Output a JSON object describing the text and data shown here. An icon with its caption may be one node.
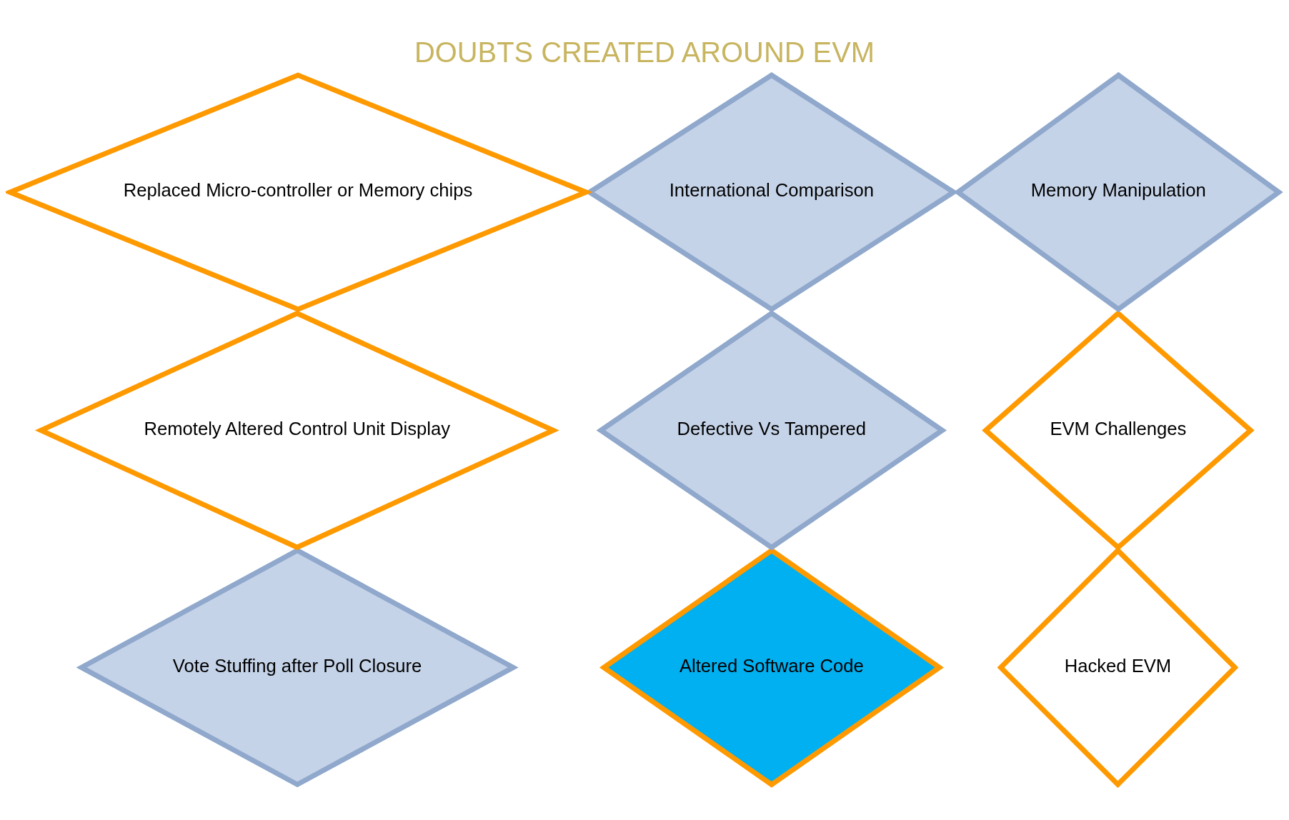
{
  "diagram": {
    "title": "DOUBTS CREATED AROUND EVM",
    "nodes": [
      {
        "text": [
          "Hacked EVM"
        ]
      },
      {
        "text": [
          "Vote Stuffing after Poll Closure"
        ]
      },
      {
        "text": [
          "Remotely Altered Control Unit Display"
        ]
      },
      {
        "text": [
          "International Comparison"
        ]
      },
      {
        "text": [
          "Altered Software Code"
        ]
      },
      {
        "text": [
          "Defective Vs Tampered"
        ]
      },
      {
        "text": [
          "EVM Challenges"
        ]
      },
      {
        "text": [
          "Memory Manipulation"
        ]
      },
      {
        "text": [
          "Replaced Micro-controller or Memory chips"
        ]
      }
    ]
  }
}
